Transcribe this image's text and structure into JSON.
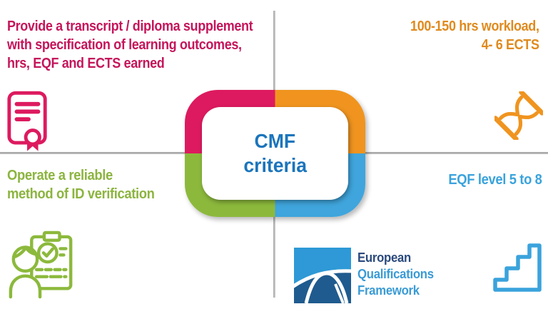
{
  "colors": {
    "pink": "#DD1A5F",
    "orange": "#F0941F",
    "green": "#8CB93C",
    "blue": "#3FA5DC",
    "pink-text": "#C5155B",
    "orange-text": "#E08A1E",
    "green-text": "#8CB43F",
    "blue-text": "#3AA3DC",
    "center-text": "#1B75BC",
    "eqf-dark": "#2B4A7D",
    "eqf-light": "#3A9BD5",
    "divider": "#ADADAD",
    "logo-bg": "#2E99D6",
    "logo-dark": "#1F5B8E"
  },
  "center": {
    "lines": [
      "CMF",
      "criteria"
    ]
  },
  "quadrants": {
    "top_left": {
      "icon": "certificate-icon",
      "lines": [
        "Provide a transcript / diploma supplement",
        "with specification of learning outcomes,",
        "hrs, EQF and ECTS earned"
      ]
    },
    "top_right": {
      "icon": "hourglass-icon",
      "lines": [
        "100-150 hrs workload,",
        "4- 6 ECTS"
      ]
    },
    "bottom_left": {
      "icon": "id-verification-icon",
      "lines": [
        "Operate a reliable",
        "method of ID verification"
      ]
    },
    "bottom_right": {
      "icon": "stairs-icon",
      "lines": [
        "EQF level 5 to 8"
      ],
      "logo": {
        "lines": [
          "European",
          "Qualifications",
          "Framework"
        ]
      }
    }
  }
}
